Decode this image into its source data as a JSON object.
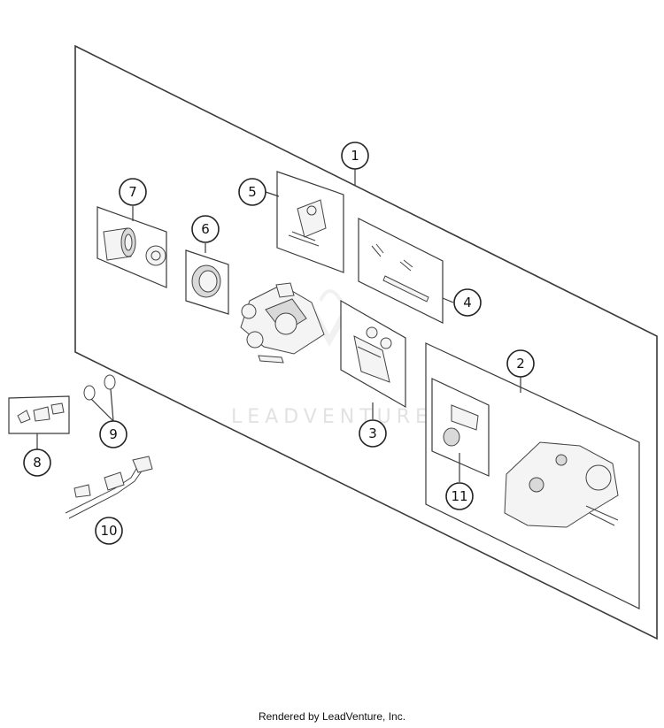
{
  "diagram": {
    "watermark": "LEADVENTURE",
    "callouts": [
      {
        "id": "1",
        "label": "1"
      },
      {
        "id": "2",
        "label": "2"
      },
      {
        "id": "3",
        "label": "3"
      },
      {
        "id": "4",
        "label": "4"
      },
      {
        "id": "5",
        "label": "5"
      },
      {
        "id": "6",
        "label": "6"
      },
      {
        "id": "7",
        "label": "7"
      },
      {
        "id": "8",
        "label": "8"
      },
      {
        "id": "9",
        "label": "9"
      },
      {
        "id": "10",
        "label": "10"
      },
      {
        "id": "11",
        "label": "11"
      }
    ]
  },
  "footer": {
    "text": "Rendered by LeadVenture, Inc."
  }
}
